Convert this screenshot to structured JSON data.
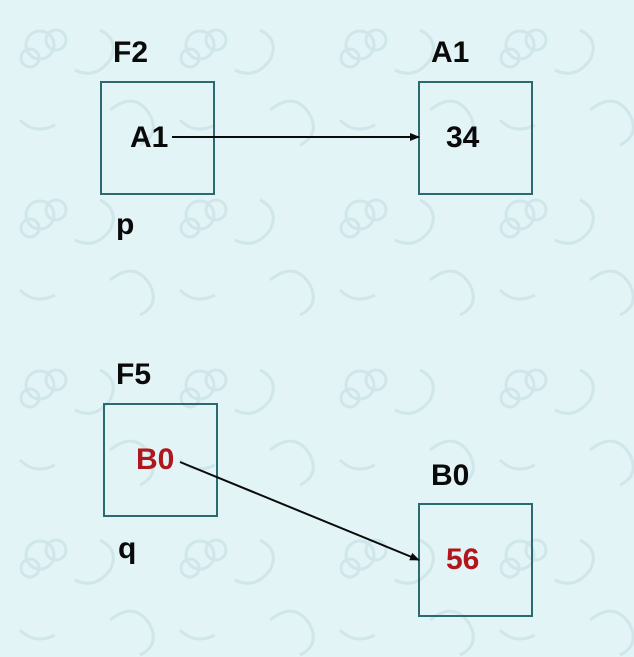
{
  "diagram": {
    "top": {
      "pointer_address": "F2",
      "pointer_value": "A1",
      "pointer_name": "p",
      "target_address": "A1",
      "target_value": "34"
    },
    "bottom": {
      "pointer_address": "F5",
      "pointer_value": "B0",
      "pointer_name": "q",
      "target_address": "B0",
      "target_value": "56"
    },
    "colors": {
      "background": "#e3f4f6",
      "box_border": "#2a6a70",
      "text": "#0a0a0a",
      "highlight": "#b0161c",
      "arrow": "#0a0a0a"
    }
  }
}
